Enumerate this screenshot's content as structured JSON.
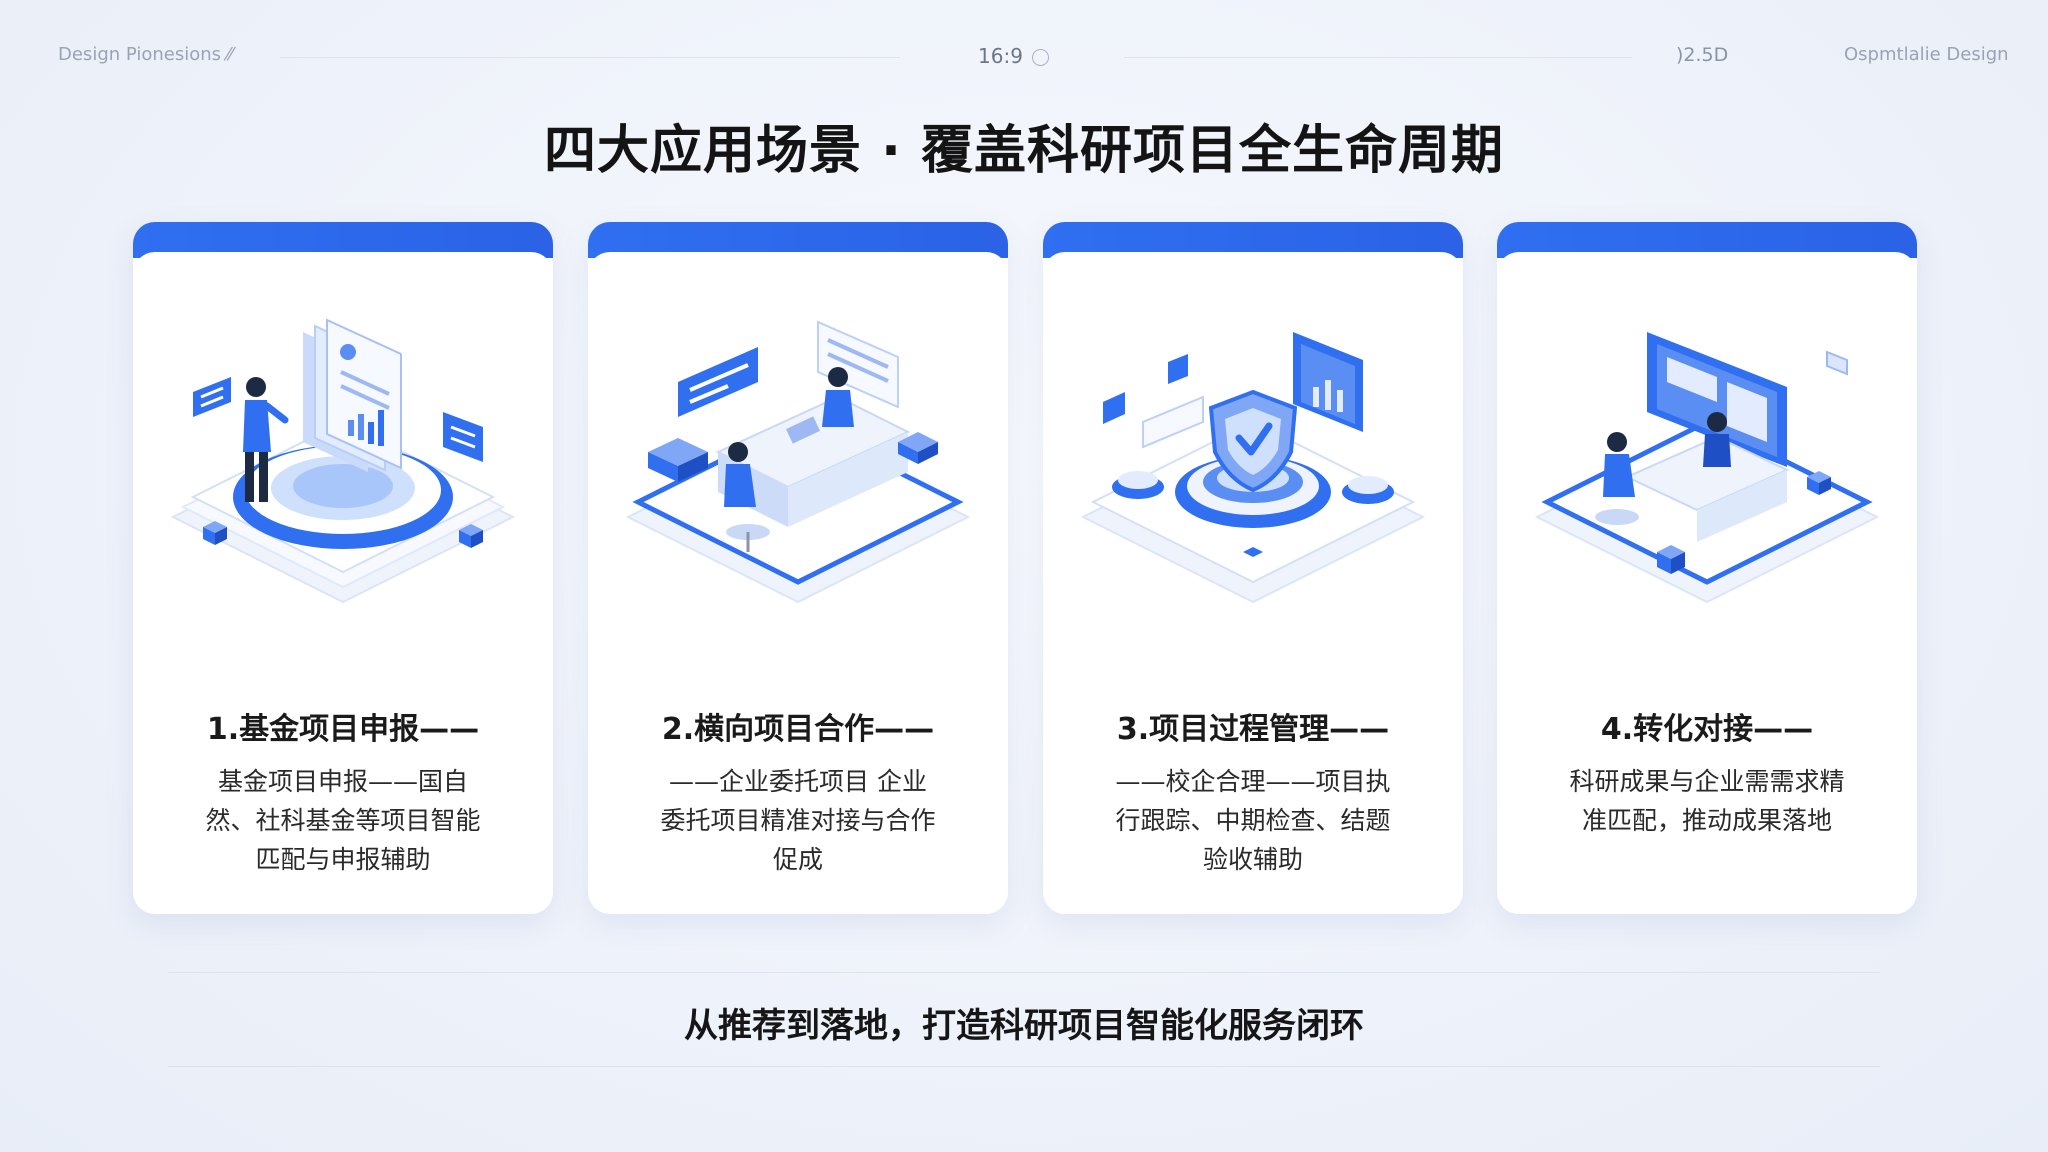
{
  "topbar": {
    "left_text": "Design Pionesions ⁄⁄",
    "center_text": "16:9",
    "right_text_1": ")2.5D",
    "right_text_2": "Ospmtlalie Design"
  },
  "title": "四大应用场景 · 覆盖科研项目全生命周期",
  "cards": [
    {
      "title": "1.基金项目申报——",
      "desc": "基金项目申报——国自然、社科基金等项目智能匹配与申报辅助",
      "illustration_icon": "fund-application-illustration-icon"
    },
    {
      "title": "2.横向项目合作——",
      "desc": "——企业委托项目 企业委托项目精准对接与合作促成",
      "illustration_icon": "enterprise-cooperation-illustration-icon"
    },
    {
      "title": "3.项目过程管理——",
      "desc": "——校企合理——项目执行跟踪、中期检查、结题验收辅助",
      "illustration_icon": "shield-management-illustration-icon"
    },
    {
      "title": "4.转化对接——",
      "desc": "科研成果与企业需需求精准匹配，推动成果落地",
      "illustration_icon": "transfer-matching-illustration-icon"
    }
  ],
  "footer": "从推荐到落地，打造科研项目智能化服务闭环",
  "colors": {
    "accent": "#2f6ff0",
    "accent_light": "#dbe6fd",
    "background": "#eef2fa",
    "card": "#ffffff"
  }
}
